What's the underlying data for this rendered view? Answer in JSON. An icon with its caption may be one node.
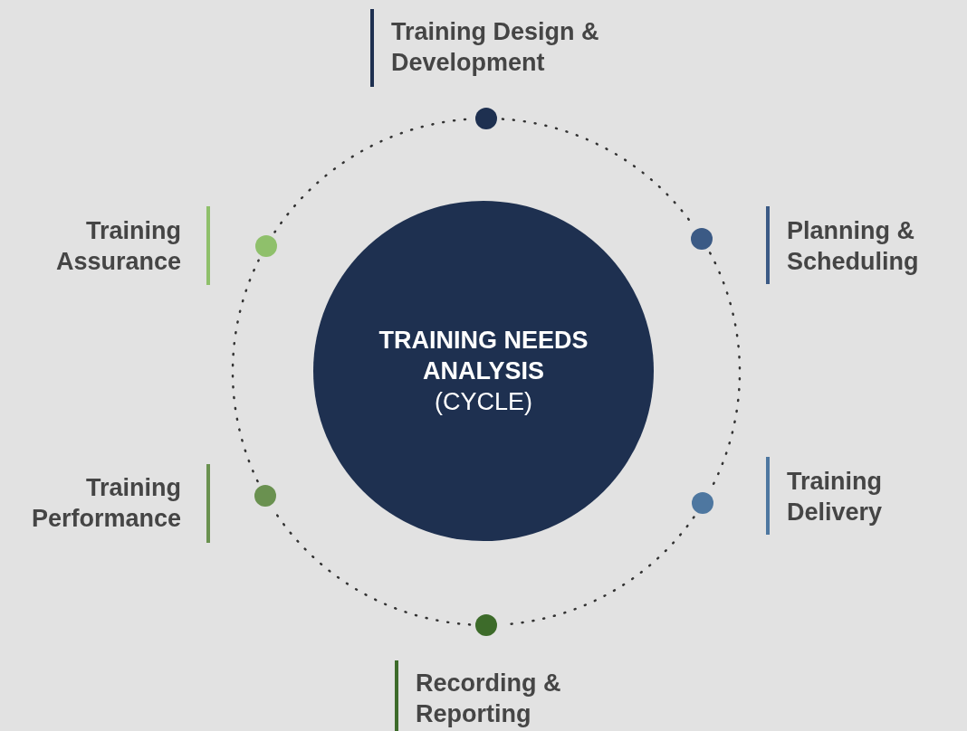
{
  "diagram": {
    "nodes": [
      {
        "text": [
          "TRAINING NEEDS ANALYSIS",
          "(CYCLE)"
        ]
      },
      {
        "text": [],
        "shape": "circle",
        "beside": [
          "Training Design & Development"
        ]
      },
      {
        "text": [],
        "shape": "circle",
        "beside": [
          "Planning & Scheduling"
        ]
      },
      {
        "text": [],
        "shape": "circle",
        "beside": [
          "Training Delivery"
        ]
      },
      {
        "text": [],
        "shape": "circle",
        "beside": [
          "Recording & Reporting"
        ]
      },
      {
        "text": [],
        "shape": "circle",
        "beside": [
          "Training Performance"
        ]
      },
      {
        "text": [],
        "shape": "circle",
        "beside": [
          "Training Assurance"
        ]
      }
    ],
    "edges": [
      {
        "from": 1,
        "to": 2,
        "arrow": "none",
        "style": "dashed"
      },
      {
        "from": 2,
        "to": 3,
        "arrow": "none",
        "style": "dashed"
      },
      {
        "from": 3,
        "to": 4,
        "arrow": "none",
        "style": "dashed"
      },
      {
        "from": 4,
        "to": 5,
        "arrow": "none",
        "style": "dashed"
      },
      {
        "from": 5,
        "to": 6,
        "arrow": "none",
        "style": "dashed"
      },
      {
        "from": 6,
        "to": 1,
        "arrow": "none",
        "style": "dashed"
      }
    ]
  }
}
